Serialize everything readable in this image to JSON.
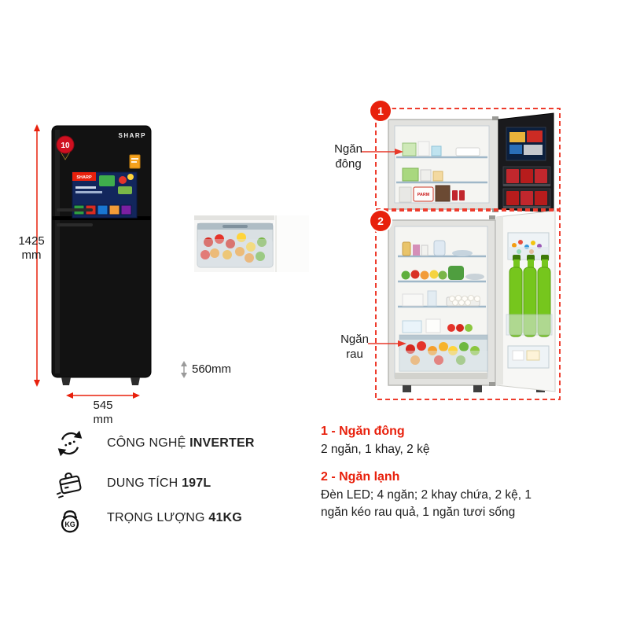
{
  "colors": {
    "accent_red": "#e8200c",
    "callout_red": "#ee3c2d",
    "text": "#1c1c1c",
    "bottle_green": "#76c61d"
  },
  "brand": {
    "logo": "SHARP",
    "warranty_badge": "10",
    "sticker_logo": "SHARP"
  },
  "dimensions": {
    "height_value": "1425",
    "height_unit": "mm",
    "width_value": "545",
    "width_unit": "mm",
    "depth_label": "560mm"
  },
  "callouts": {
    "freezer": {
      "badge": "1",
      "label_line1": "Ngăn",
      "label_line2": "đông"
    },
    "fridge_badge": "2",
    "vegetable": {
      "label_line1": "Ngăn",
      "label_line2": "rau"
    }
  },
  "artwork": {
    "freezer_box_label": "PARM"
  },
  "features": [
    {
      "icon": "inverter-icon",
      "label": "CÔNG NGHỆ",
      "value": "INVERTER"
    },
    {
      "icon": "capacity-icon",
      "label": "DUNG TÍCH",
      "value": "197L"
    },
    {
      "icon": "weight-icon",
      "label": "TRỌNG LƯỢNG",
      "value": "41KG",
      "icon_text": "KG"
    }
  ],
  "specs": [
    {
      "title": "1 - Ngăn đông",
      "text": "2 ngăn, 1 khay, 2 kệ"
    },
    {
      "title": "2 - Ngăn lạnh",
      "text": "Đèn LED; 4 ngăn; 2 khay chứa, 2 kệ, 1 ngăn kéo rau quả, 1 ngăn tươi sống"
    }
  ]
}
